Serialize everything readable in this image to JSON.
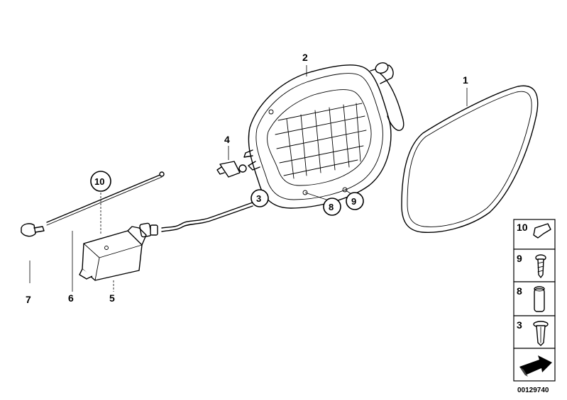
{
  "callouts": {
    "c1": "1",
    "c2": "2",
    "c3": "3",
    "c4": "4",
    "c5": "5",
    "c6": "6",
    "c7": "7",
    "c8": "8",
    "c9": "9",
    "c10": "10"
  },
  "legend": {
    "cell10": "10",
    "cell9": "9",
    "cell8": "8",
    "cell3": "3"
  },
  "reference_number": "00129740"
}
